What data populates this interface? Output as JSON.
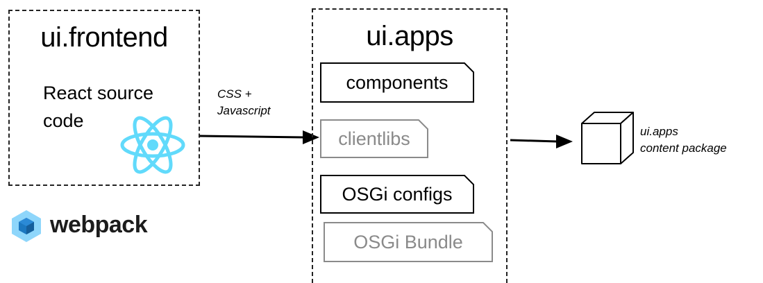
{
  "frontend": {
    "title": "ui.frontend",
    "source_line1": "React source",
    "source_line2": "code"
  },
  "webpack": {
    "label": "webpack"
  },
  "arrow1": {
    "line1": "CSS +",
    "line2": "Javascript"
  },
  "apps": {
    "title": "ui.apps",
    "items": [
      {
        "label": "components",
        "style": "dark"
      },
      {
        "label": "clientlibs",
        "style": "gray"
      },
      {
        "label": "OSGi configs",
        "style": "dark"
      },
      {
        "label": "OSGi Bundle",
        "style": "gray"
      }
    ]
  },
  "package": {
    "line1": "ui.apps",
    "line2": "content package"
  },
  "colors": {
    "react": "#61dafb",
    "webpack_light": "#8ed6fb",
    "webpack_dark": "#1c78c0",
    "gray": "#8a8a8a"
  }
}
